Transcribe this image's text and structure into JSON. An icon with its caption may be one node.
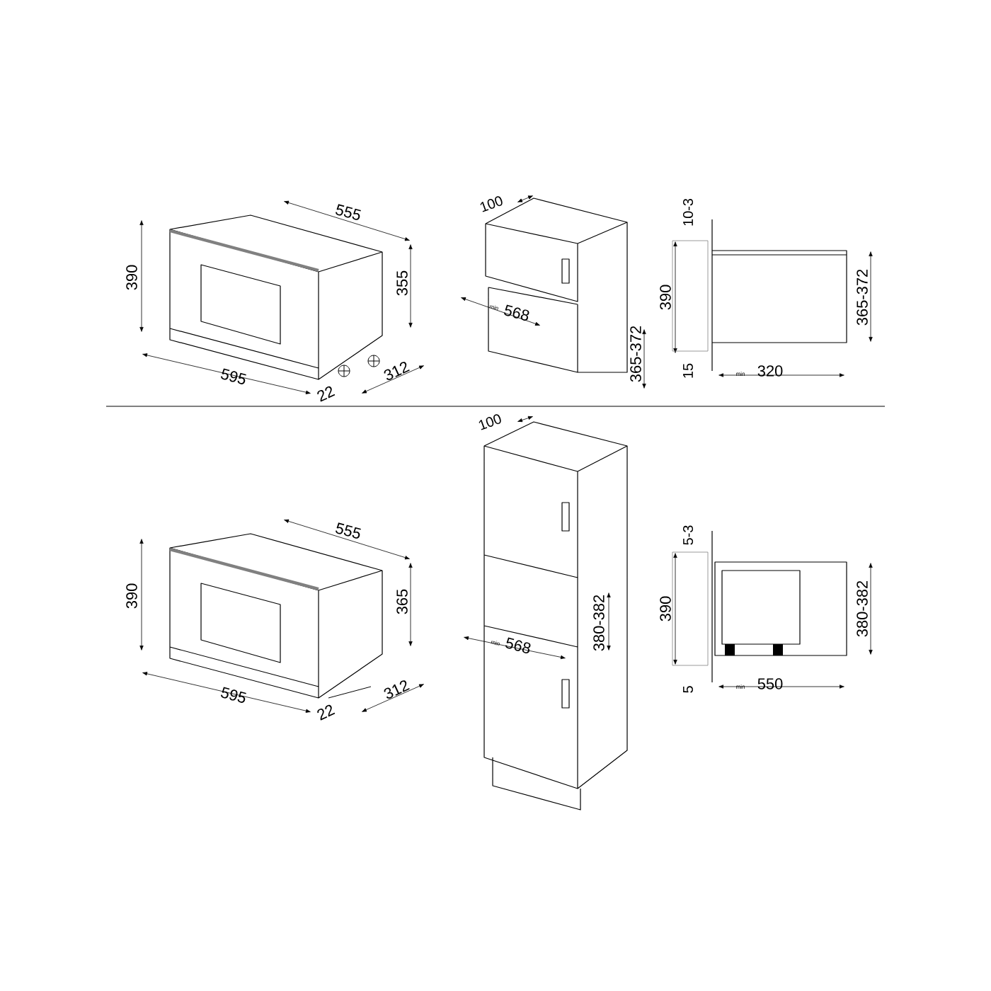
{
  "diagram": {
    "labels": [
      "555",
      "390",
      "355",
      "595",
      "22",
      "312",
      "100",
      "min",
      "568",
      "365-372",
      "10-3",
      "390",
      "365-372",
      "15",
      "min",
      "320",
      "555",
      "390",
      "365",
      "595",
      "22",
      "312",
      "100",
      "380-382",
      "min",
      "568",
      "5-3",
      "390",
      "380-382",
      "5",
      "min",
      "550"
    ]
  }
}
